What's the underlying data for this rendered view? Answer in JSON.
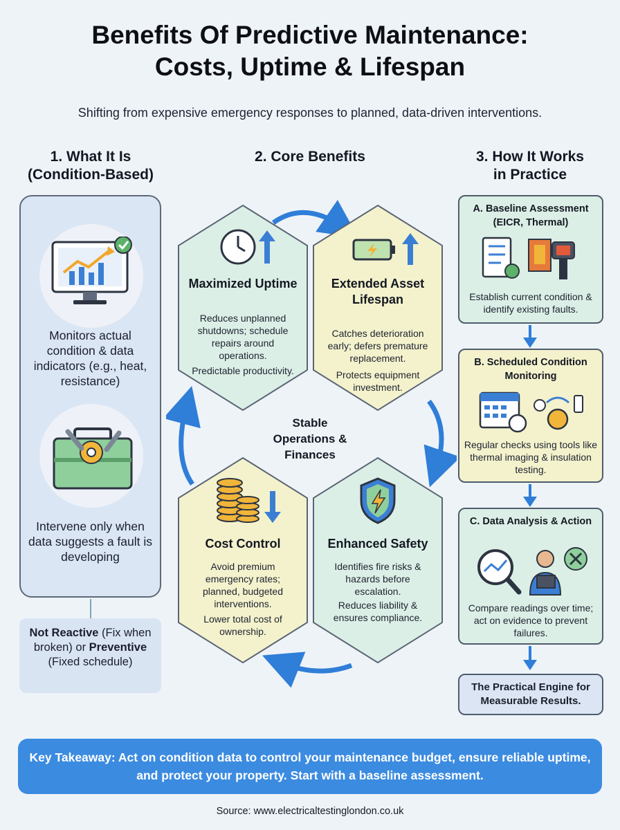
{
  "title_line1": "Benefits Of Predictive Maintenance:",
  "title_line2": "Costs, Uptime & Lifespan",
  "subtitle": "Shifting from expensive emergency responses to planned, data-driven interventions.",
  "col1": {
    "heading1": "1. What It Is",
    "heading2": "(Condition-Based)",
    "text1": "Monitors actual condition & data indicators (e.g., heat, resistance)",
    "text2": "Intervene only when data suggests a fault is developing",
    "not_bold1": "Not Reactive",
    "not_text1": " (Fix when broken) or ",
    "not_bold2": "Preventive",
    "not_text2": " (Fixed schedule)"
  },
  "col2": {
    "heading": "2. Core Benefits",
    "center": "Stable Operations & Finances",
    "uptime": {
      "title": "Maximized Uptime",
      "p1": "Reduces unplanned shutdowns; schedule repairs around operations.",
      "p2": "Predictable productivity."
    },
    "lifespan": {
      "title": "Extended Asset Lifespan",
      "p1": "Catches deterioration early; defers premature replacement.",
      "p2": "Protects equipment investment."
    },
    "cost": {
      "title": "Cost Control",
      "p1": "Avoid premium emergency rates; planned, budgeted interventions.",
      "p2": "Lower total cost of ownership."
    },
    "safety": {
      "title": "Enhanced Safety",
      "p1": "Identifies fire risks & hazards before escalation.",
      "p2": "Reduces liability & ensures compliance."
    }
  },
  "col3": {
    "heading1": "3. How It Works",
    "heading2": "in Practice",
    "a": {
      "title": "A. Baseline Assessment (EICR, Thermal)",
      "text": "Establish current condition & identify existing faults."
    },
    "b": {
      "title": "B. Scheduled Condition Monitoring",
      "text": "Regular checks using tools like thermal imaging & insulation testing."
    },
    "c": {
      "title": "C. Data Analysis & Action",
      "text": "Compare readings over time; act on evidence to prevent failures."
    },
    "engine": "The Practical Engine for Measurable Results."
  },
  "takeaway": "Key Takeaway: Act on condition data to control your maintenance budget, ensure reliable uptime, and protect your property. Start with a baseline assessment.",
  "source": "Source: www.electricaltestinglondon.co.uk",
  "colors": {
    "hex_green": "#dcefe6",
    "hex_yellow": "#f3f2cc",
    "accent_blue": "#3b8be0",
    "arrow_blue": "#2f7ed8"
  }
}
